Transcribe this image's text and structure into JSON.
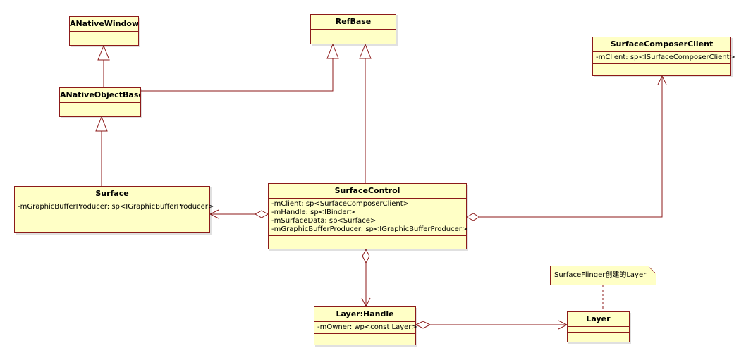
{
  "colors": {
    "box_fill": "#ffffc6",
    "line": "#8c1a1a"
  },
  "classes": {
    "anativewindow": {
      "name": "ANativeWindow",
      "attrs": []
    },
    "refbase": {
      "name": "RefBase",
      "attrs": []
    },
    "surfacecomposerclient": {
      "name": "SurfaceComposerClient",
      "attrs": [
        "-mClient: sp<ISurfaceComposerClient>"
      ]
    },
    "anativeobjectbase": {
      "name": "ANativeObjectBase",
      "attrs": []
    },
    "surface": {
      "name": "Surface",
      "attrs": [
        "-mGraphicBufferProducer: sp<IGraphicBufferProducer>"
      ]
    },
    "surfacecontrol": {
      "name": "SurfaceControl",
      "attrs": [
        "-mClient: sp<SurfaceComposerClient>",
        "-mHandle: sp<IBinder>",
        "-mSurfaceData: sp<Surface>",
        "-mGraphicBufferProducer: sp<IGraphicBufferProducer>"
      ]
    },
    "layerhandle": {
      "name": "Layer:Handle",
      "attrs": [
        "-mOwner: wp<const Layer>"
      ]
    },
    "layer": {
      "name": "Layer",
      "attrs": []
    }
  },
  "note": {
    "text": "SurfaceFlinger创建的Layer"
  }
}
